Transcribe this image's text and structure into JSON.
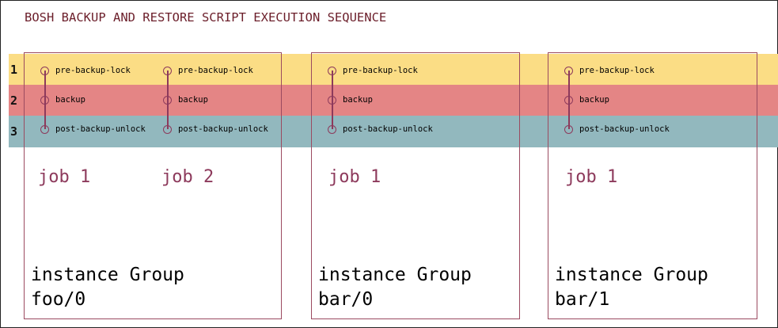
{
  "title": "BOSH BACKUP AND RESTORE SCRIPT EXECUTION SEQUENCE",
  "bands": [
    {
      "number": "1",
      "color": "#fbdd85"
    },
    {
      "number": "2",
      "color": "#e48585"
    },
    {
      "number": "3",
      "color": "#92b8be"
    }
  ],
  "scripts": [
    "pre-backup-lock",
    "backup",
    "post-backup-unlock"
  ],
  "instance_groups": [
    {
      "label_line1": "instance Group",
      "label_line2": "foo/0",
      "jobs": [
        "job 1",
        "job 2"
      ]
    },
    {
      "label_line1": "instance Group",
      "label_line2": "bar/0",
      "jobs": [
        "job 1"
      ]
    },
    {
      "label_line1": "instance Group",
      "label_line2": "bar/1",
      "jobs": [
        "job 1"
      ]
    }
  ]
}
